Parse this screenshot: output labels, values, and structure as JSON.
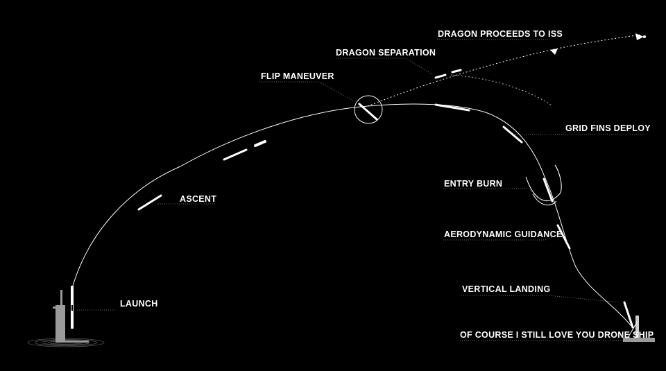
{
  "colors": {
    "background": "#000000",
    "line": "#ffffff",
    "leader": "#8a8a8a"
  },
  "labels": {
    "launch": "LAUNCH",
    "ascent": "ASCENT",
    "flip": "FLIP MANEUVER",
    "dragon_sep": "DRAGON SEPARATION",
    "dragon_iss": "DRAGON PROCEEDS TO ISS",
    "grid_fins": "GRID FINS DEPLOY",
    "entry_burn": "ENTRY BURN",
    "aero": "AERODYNAMIC GUIDANCE",
    "vertical_landing": "VERTICAL LANDING",
    "drone_ship": "OF COURSE I STILL LOVE YOU DRONE SHIP"
  },
  "icons": [
    "launch-tower-icon",
    "rocket-icon",
    "dragon-capsule-icon",
    "drone-ship-icon"
  ]
}
